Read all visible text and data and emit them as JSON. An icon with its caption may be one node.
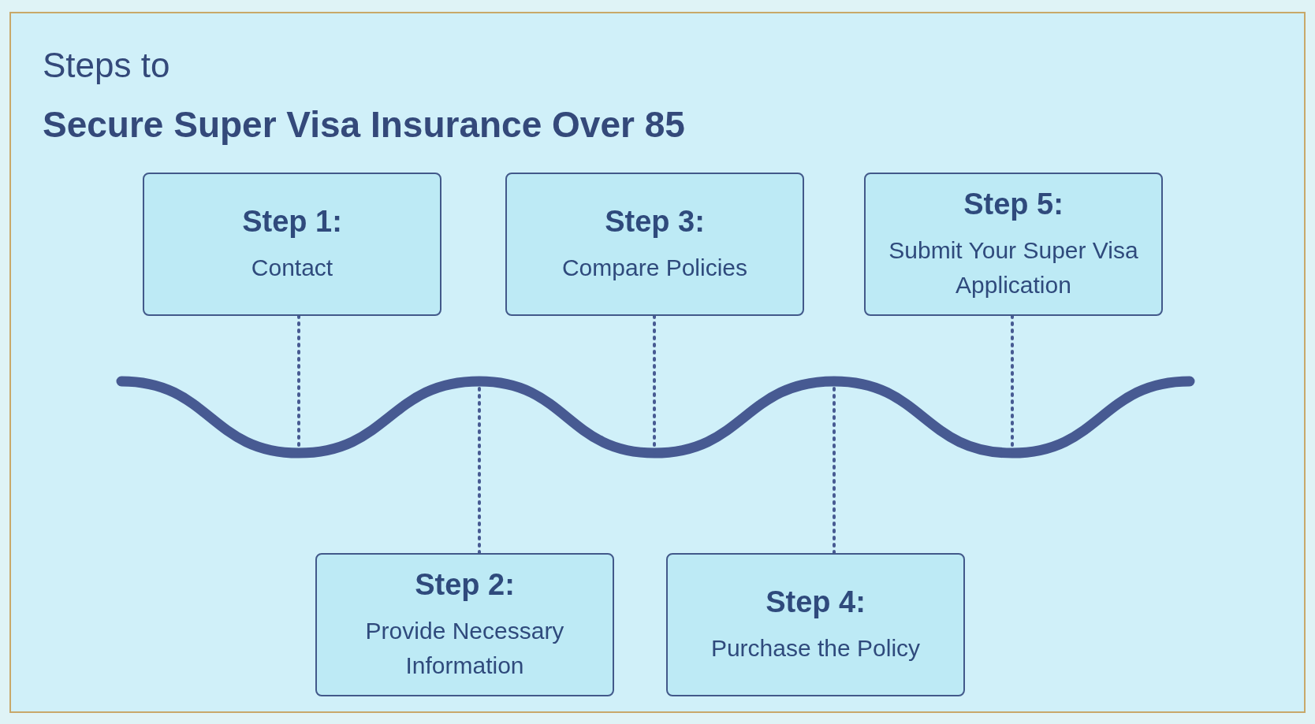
{
  "diagram": {
    "title": "Secure Super Visa Insurance Over 85",
    "nodes": [
      {
        "text": [
          "Step 1:",
          "Contact"
        ]
      },
      {
        "text": [
          "Step 2:",
          "Provide Necessary Information"
        ]
      },
      {
        "text": [
          "Step 3:",
          "Compare Policies"
        ]
      },
      {
        "text": [
          "Step 4:",
          "Purchase the Policy"
        ]
      },
      {
        "text": [
          "Step 5:",
          "Submit Your Super Visa Application"
        ]
      }
    ],
    "edges": [
      {
        "from": 0,
        "to": null,
        "arrow": "none",
        "style": "dashed"
      },
      {
        "from": 1,
        "to": null,
        "arrow": "none",
        "style": "dashed"
      },
      {
        "from": 2,
        "to": null,
        "arrow": "none",
        "style": "dashed"
      },
      {
        "from": 3,
        "to": null,
        "arrow": "none",
        "style": "dashed"
      },
      {
        "from": 4,
        "to": null,
        "arrow": "none",
        "style": "dashed"
      }
    ],
    "labels": [
      "Steps to"
    ]
  }
}
